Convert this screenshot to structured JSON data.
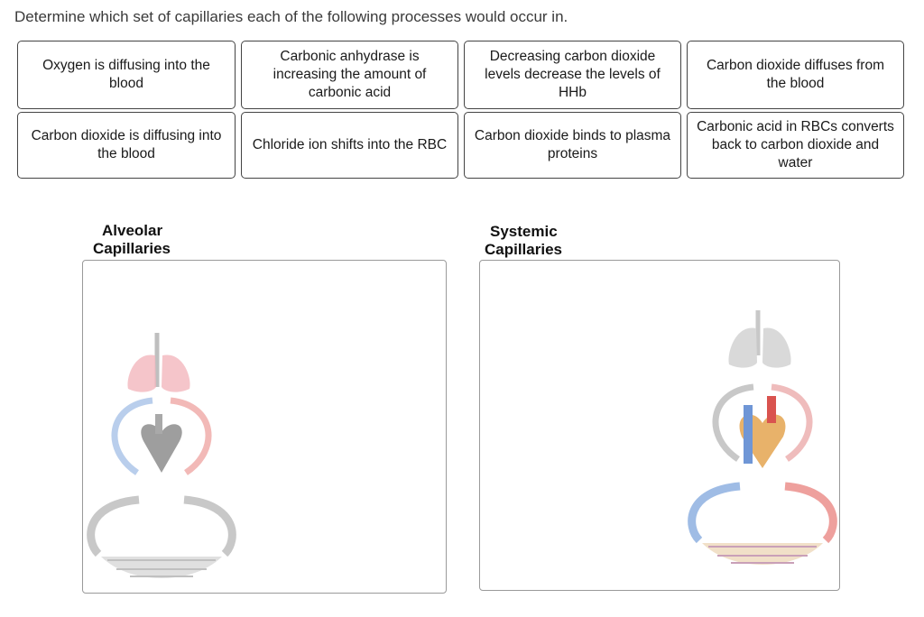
{
  "instruction": "Determine which set of capillaries each of the following processes would occur in.",
  "cards": [
    "Oxygen is diffusing into the blood",
    "Carbonic anhydrase is increasing the amount of carbonic acid",
    "Decreasing carbon dioxide levels decrease the levels of HHb",
    "Carbon dioxide diffuses from the blood",
    "Carbon dioxide is diffusing into the blood",
    "Chloride ion shifts into the RBC",
    "Carbon dioxide binds to plasma proteins",
    "Carbonic acid in RBCs converts back to carbon dioxide and water"
  ],
  "zones": {
    "alveolar": {
      "line1": "Alveolar",
      "line2": "Capillaries",
      "icon": "circulation-lungs-highlight-icon"
    },
    "systemic": {
      "line1": "Systemic",
      "line2": "Capillaries",
      "icon": "circulation-systemic-highlight-icon"
    }
  },
  "colors": {
    "oxygenated": "#e8807c",
    "deoxygenated": "#7fa6dc",
    "muted": "#c8c8c8",
    "lung_pink": "#f3b7bd"
  }
}
